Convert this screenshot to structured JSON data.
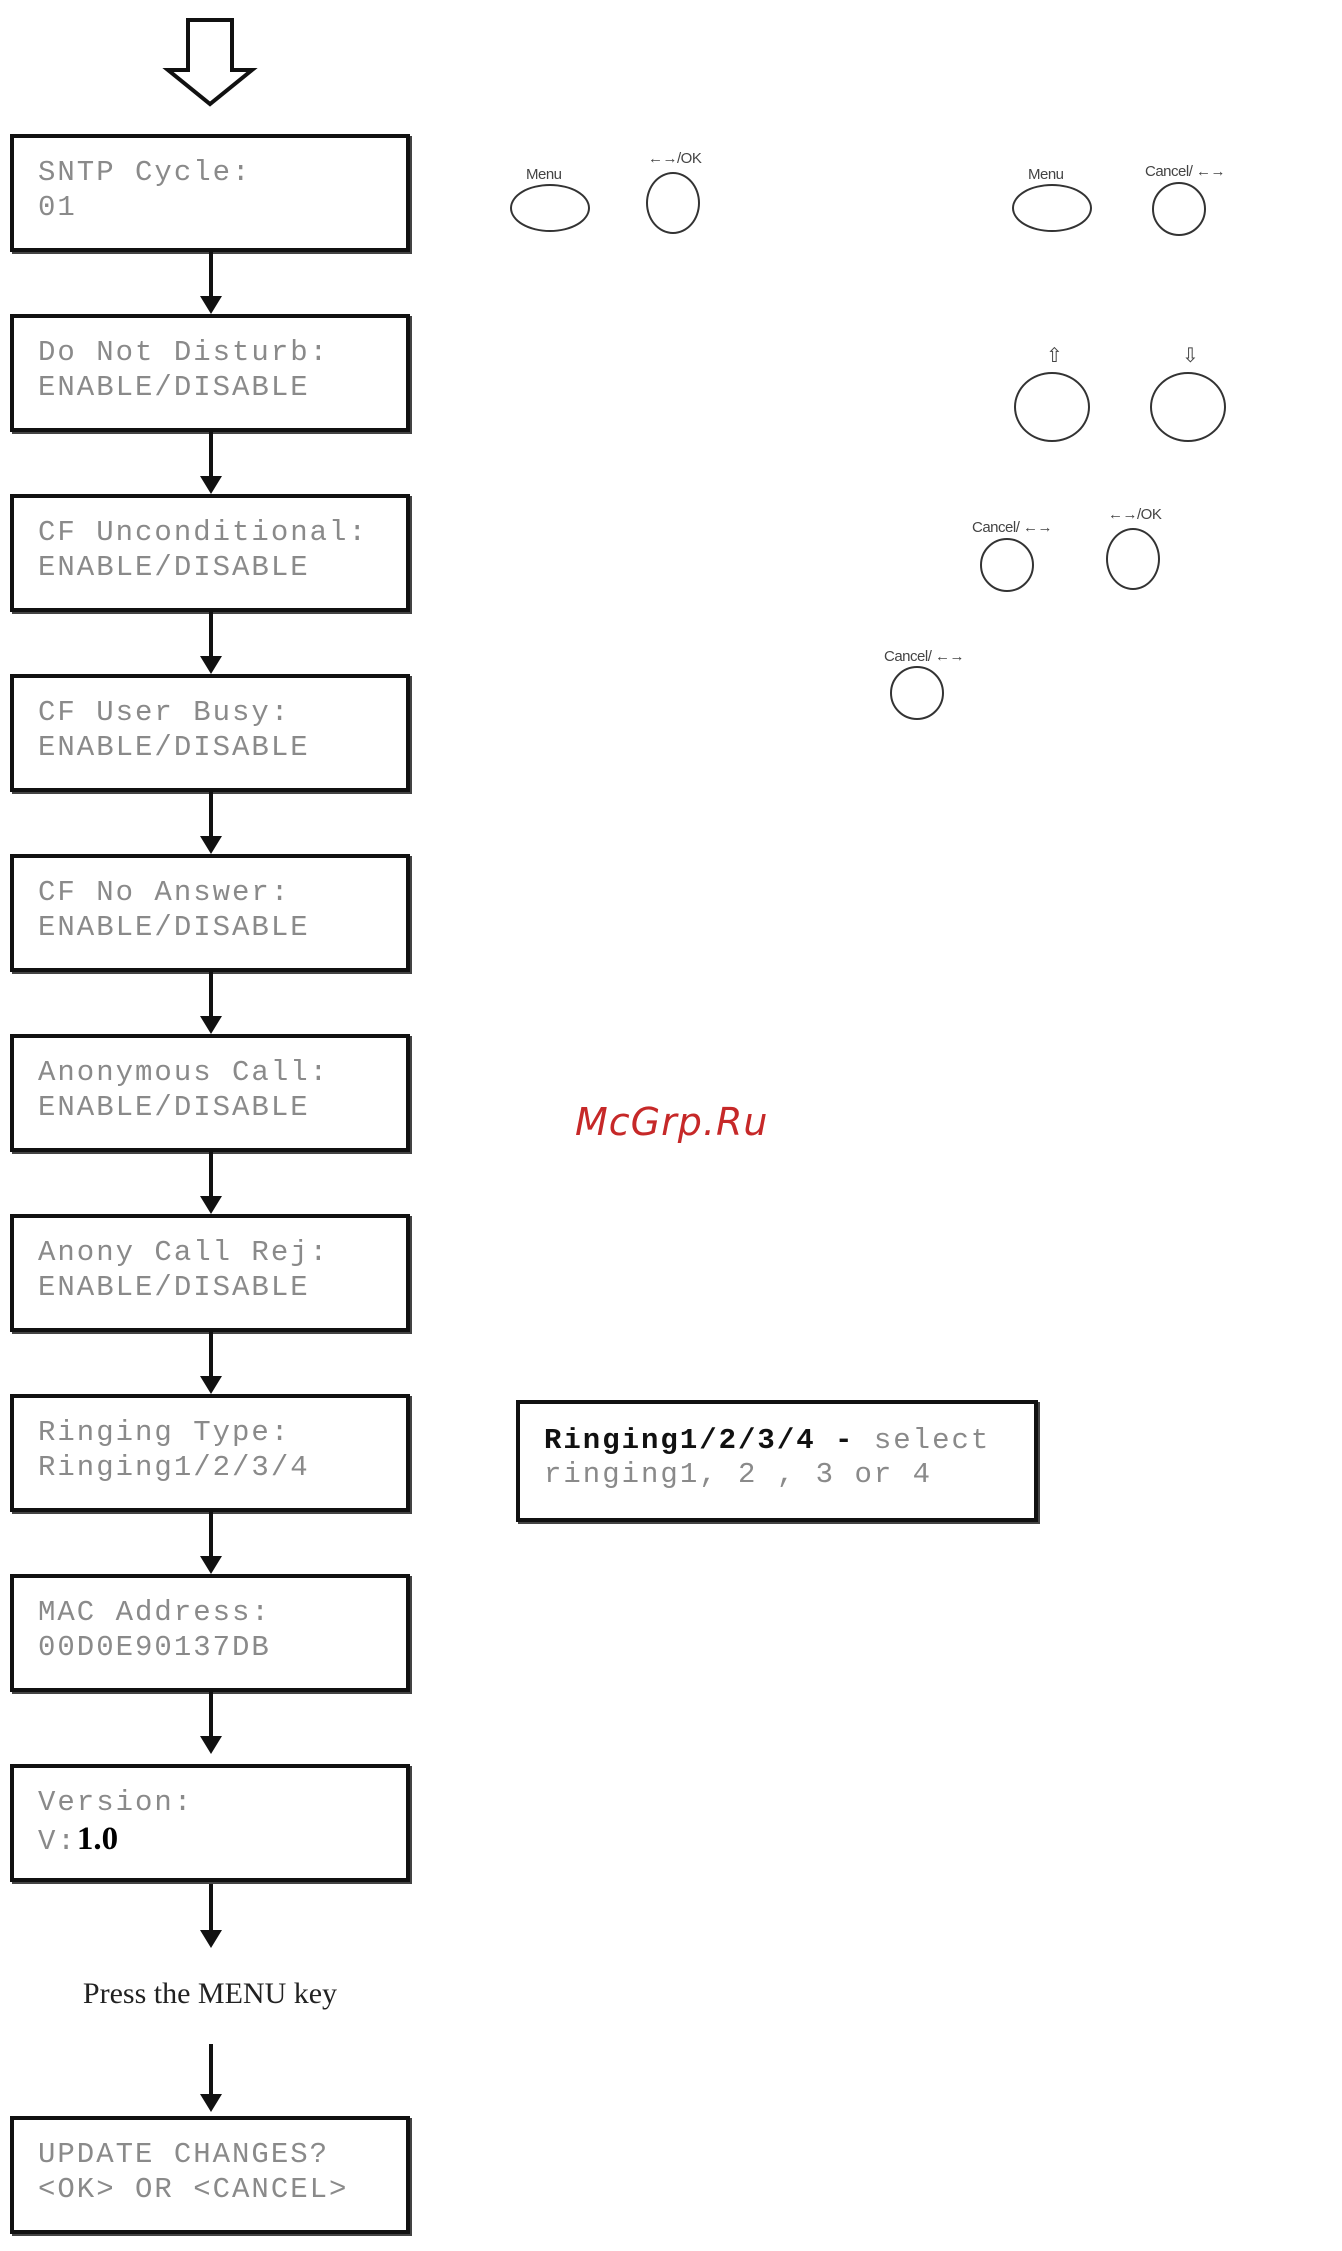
{
  "menu_screens": [
    {
      "line1": "SNTP Cycle:",
      "line2": "01"
    },
    {
      "line1": "Do Not Disturb:",
      "line2": "ENABLE/DISABLE"
    },
    {
      "line1": "CF Unconditional:",
      "line2": "ENABLE/DISABLE"
    },
    {
      "line1": "CF User Busy:",
      "line2": "ENABLE/DISABLE"
    },
    {
      "line1": "CF No Answer:",
      "line2": "ENABLE/DISABLE"
    },
    {
      "line1": "Anonymous Call:",
      "line2": "ENABLE/DISABLE"
    },
    {
      "line1": "Anony Call Rej:",
      "line2": "ENABLE/DISABLE"
    },
    {
      "line1": "Ringing Type:",
      "line2": "Ringing1/2/3/4"
    },
    {
      "line1": "MAC Address:",
      "line2": "00D0E90137DB"
    }
  ],
  "version_screen": {
    "line1": "Version:",
    "line2_prefix": "V:",
    "line2_value": "1.0"
  },
  "instruction": "Press the MENU key",
  "final_screen": {
    "line1": "UPDATE CHANGES?",
    "line2": "<OK> OR <CANCEL>"
  },
  "ringing_note": {
    "bold": "Ringing1/2/3/4 -",
    "rest": " select",
    "line2": "ringing1, 2 , 3 or 4"
  },
  "keys": {
    "menu": "Menu",
    "ok": "←→/OK",
    "cancel_suffix": "Cancel/ ←→",
    "cancel_prefix": "Cancel/ ←→",
    "up": "⇧",
    "down": "⇩"
  },
  "watermark": "McGrp.Ru"
}
